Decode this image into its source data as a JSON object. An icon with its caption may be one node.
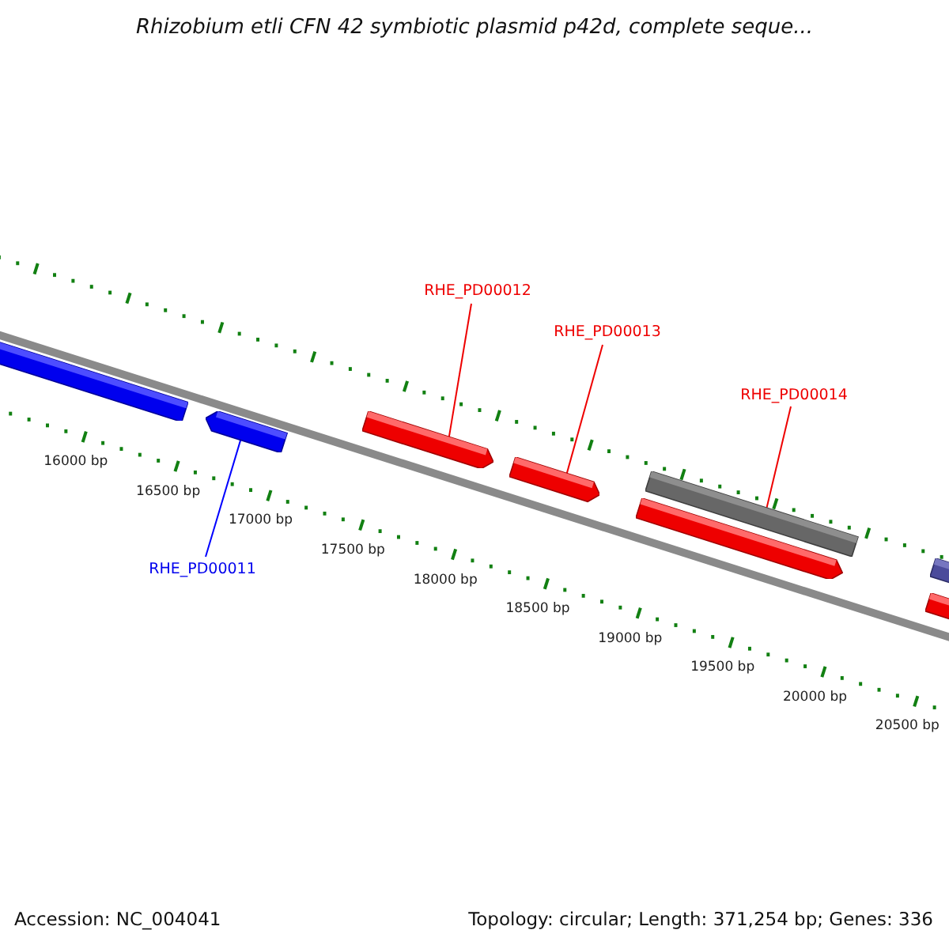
{
  "diagram": {
    "title": "Rhizobium etli CFN 42 symbiotic plasmid p42d, complete seque...",
    "nodes": [
      {
        "text": [
          "RHE_PD00012"
        ]
      },
      {
        "text": [
          "RHE_PD00013"
        ]
      },
      {
        "text": [
          "RHE_PD00014"
        ]
      },
      {
        "text": [],
        "shape": "bar"
      },
      {
        "text": [],
        "shape": "bar"
      },
      {
        "text": [],
        "shape": "bar"
      },
      {
        "text": [],
        "shape": "bar"
      },
      {
        "text": [],
        "shape": "bar"
      },
      {
        "text": [],
        "shape": "bar"
      },
      {
        "text": [],
        "shape": "bar"
      },
      {
        "text": [],
        "shape": "bar"
      },
      {
        "text": [
          "RHE_PD00011"
        ]
      }
    ],
    "edges": [
      {
        "from": 0,
        "to": 5,
        "arrow": "none"
      },
      {
        "from": 1,
        "to": 6,
        "arrow": "none"
      },
      {
        "from": 2,
        "to": 7,
        "arrow": "none"
      },
      {
        "from": 11,
        "to": 4,
        "arrow": "none",
        "color": "#0000ff"
      }
    ],
    "labels": [
      "16000 bp",
      "16500 bp",
      "17000 bp",
      "17500 bp",
      "18000 bp",
      "18500 bp",
      "19000 bp",
      "19500 bp",
      "20000 bp",
      "20500 bp",
      "Accession: NC_004041",
      "Topology: circular; Length: 371,254 bp; Genes: 336"
    ]
  }
}
